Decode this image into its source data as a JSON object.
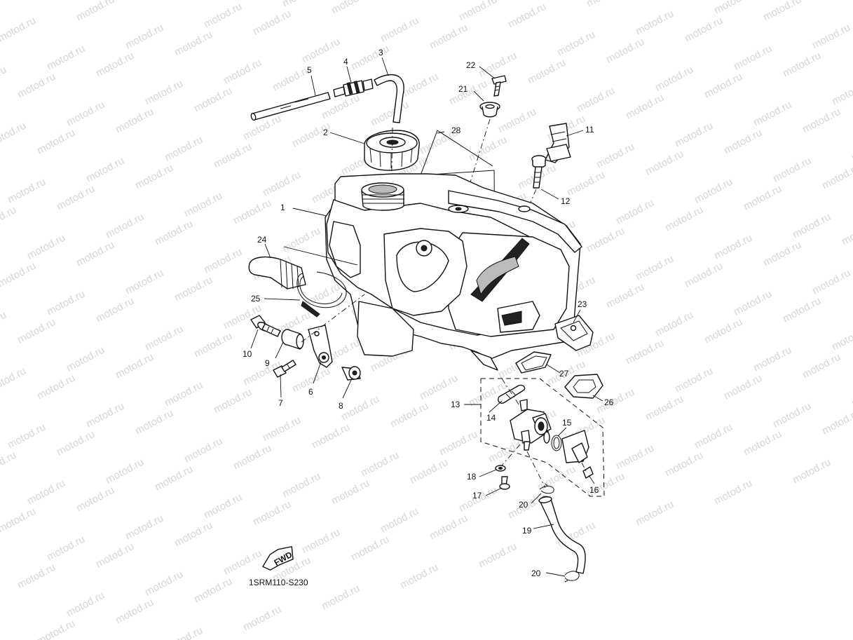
{
  "watermark": "motod.ru",
  "diagram_code": "1SRM110-S230",
  "fwd_label": "FWD",
  "callouts": [
    {
      "id": "c1",
      "text": "1"
    },
    {
      "id": "c2",
      "text": "2"
    },
    {
      "id": "c3",
      "text": "3"
    },
    {
      "id": "c4",
      "text": "4"
    },
    {
      "id": "c5",
      "text": "5"
    },
    {
      "id": "c6",
      "text": "6"
    },
    {
      "id": "c7",
      "text": "7"
    },
    {
      "id": "c8",
      "text": "8"
    },
    {
      "id": "c9",
      "text": "9"
    },
    {
      "id": "c10",
      "text": "10"
    },
    {
      "id": "c11",
      "text": "11"
    },
    {
      "id": "c12",
      "text": "12"
    },
    {
      "id": "c13",
      "text": "13"
    },
    {
      "id": "c14",
      "text": "14"
    },
    {
      "id": "c15",
      "text": "15"
    },
    {
      "id": "c16",
      "text": "16"
    },
    {
      "id": "c17",
      "text": "17"
    },
    {
      "id": "c18",
      "text": "18"
    },
    {
      "id": "c19",
      "text": "19"
    },
    {
      "id": "c20a",
      "text": "20"
    },
    {
      "id": "c20b",
      "text": "20"
    },
    {
      "id": "c21",
      "text": "21"
    },
    {
      "id": "c22",
      "text": "22"
    },
    {
      "id": "c23",
      "text": "23"
    },
    {
      "id": "c24",
      "text": "24"
    },
    {
      "id": "c25",
      "text": "25"
    },
    {
      "id": "c26",
      "text": "26"
    },
    {
      "id": "c27",
      "text": "27"
    },
    {
      "id": "c28",
      "text": "28"
    }
  ]
}
